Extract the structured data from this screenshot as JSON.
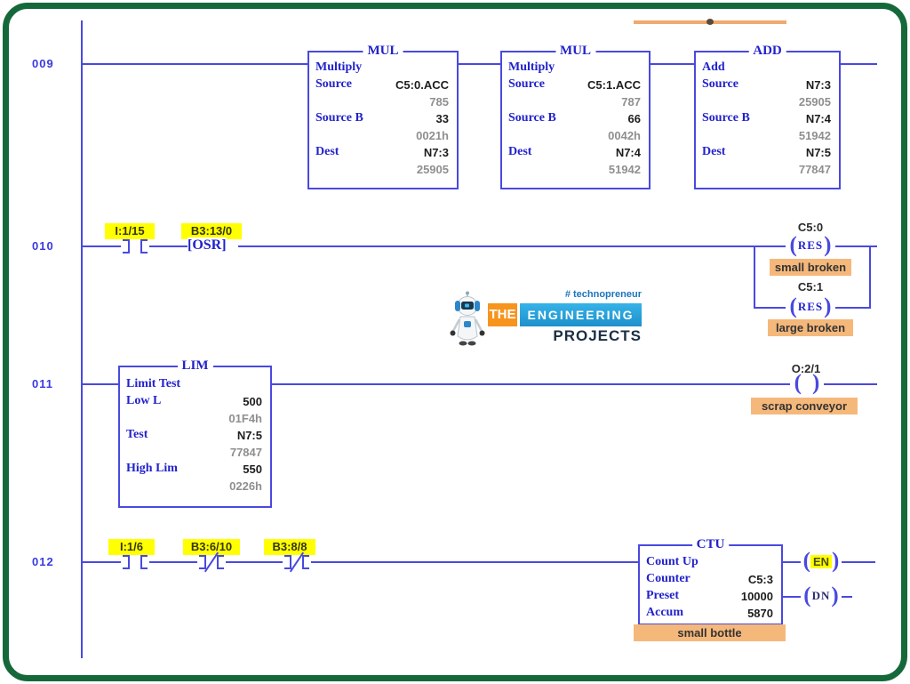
{
  "rungs": {
    "r009": {
      "number": "009"
    },
    "r010": {
      "number": "010"
    },
    "r011": {
      "number": "011"
    },
    "r012": {
      "number": "012"
    }
  },
  "blocks": {
    "mul1": {
      "title": "MUL",
      "op": "Multiply",
      "rows": [
        [
          "Source",
          "C5:0.ACC",
          "785"
        ],
        [
          "Source B",
          "33",
          "0021h"
        ],
        [
          "Dest",
          "N7:3",
          "25905"
        ]
      ]
    },
    "mul2": {
      "title": "MUL",
      "op": "Multiply",
      "rows": [
        [
          "Source",
          "C5:1.ACC",
          "787"
        ],
        [
          "Source B",
          "66",
          "0042h"
        ],
        [
          "Dest",
          "N7:4",
          "51942"
        ]
      ]
    },
    "add1": {
      "title": "ADD",
      "op": "Add",
      "rows": [
        [
          "Source",
          "N7:3",
          "25905"
        ],
        [
          "Source B",
          "N7:4",
          "51942"
        ],
        [
          "Dest",
          "N7:5",
          "77847"
        ]
      ]
    },
    "lim": {
      "title": "LIM",
      "op": "Limit Test",
      "rows": [
        [
          "Low L",
          "500",
          "01F4h"
        ],
        [
          "Test",
          "N7:5",
          "77847"
        ],
        [
          "High Lim",
          "550",
          "0226h"
        ]
      ]
    },
    "ctu": {
      "title": "CTU",
      "op": "Count Up",
      "rows": [
        [
          "Counter",
          "C5:3"
        ],
        [
          "Preset",
          "10000"
        ],
        [
          "Accum",
          "5870"
        ]
      ],
      "tag": "small bottle"
    }
  },
  "contacts": {
    "r010_c1": "I:1/15",
    "r010_osr_label": "B3:13/0",
    "r010_osr": "[OSR]",
    "r012_c1": "I:1/6",
    "r012_c2": "B3:6/10",
    "r012_c3": "B3:8/8"
  },
  "coils": {
    "r010_addr1": "C5:0",
    "r010_res1": "RES",
    "r010_tag1": "small broken",
    "r010_addr2": "C5:1",
    "r010_res2": "RES",
    "r010_tag2": "large broken",
    "r011_addr": "O:2/1",
    "r011_tag": "scrap conveyor",
    "r012_en": "EN",
    "r012_dn": "DN"
  },
  "logo": {
    "hashtag": "# technopreneur",
    "the": "THE",
    "engineering": "ENGINEERING",
    "projects": "PROJECTS"
  },
  "colors": {
    "wire_blue": "#4949e0",
    "instruction_blue": "#2222cc",
    "value_grey": "#8f8f8f",
    "highlight_yellow": "#ffff00",
    "tag_orange": "#f5b87b",
    "border_green": "#15683a",
    "logo_orange": "#f7941e",
    "logo_blue": "#29aae2"
  }
}
